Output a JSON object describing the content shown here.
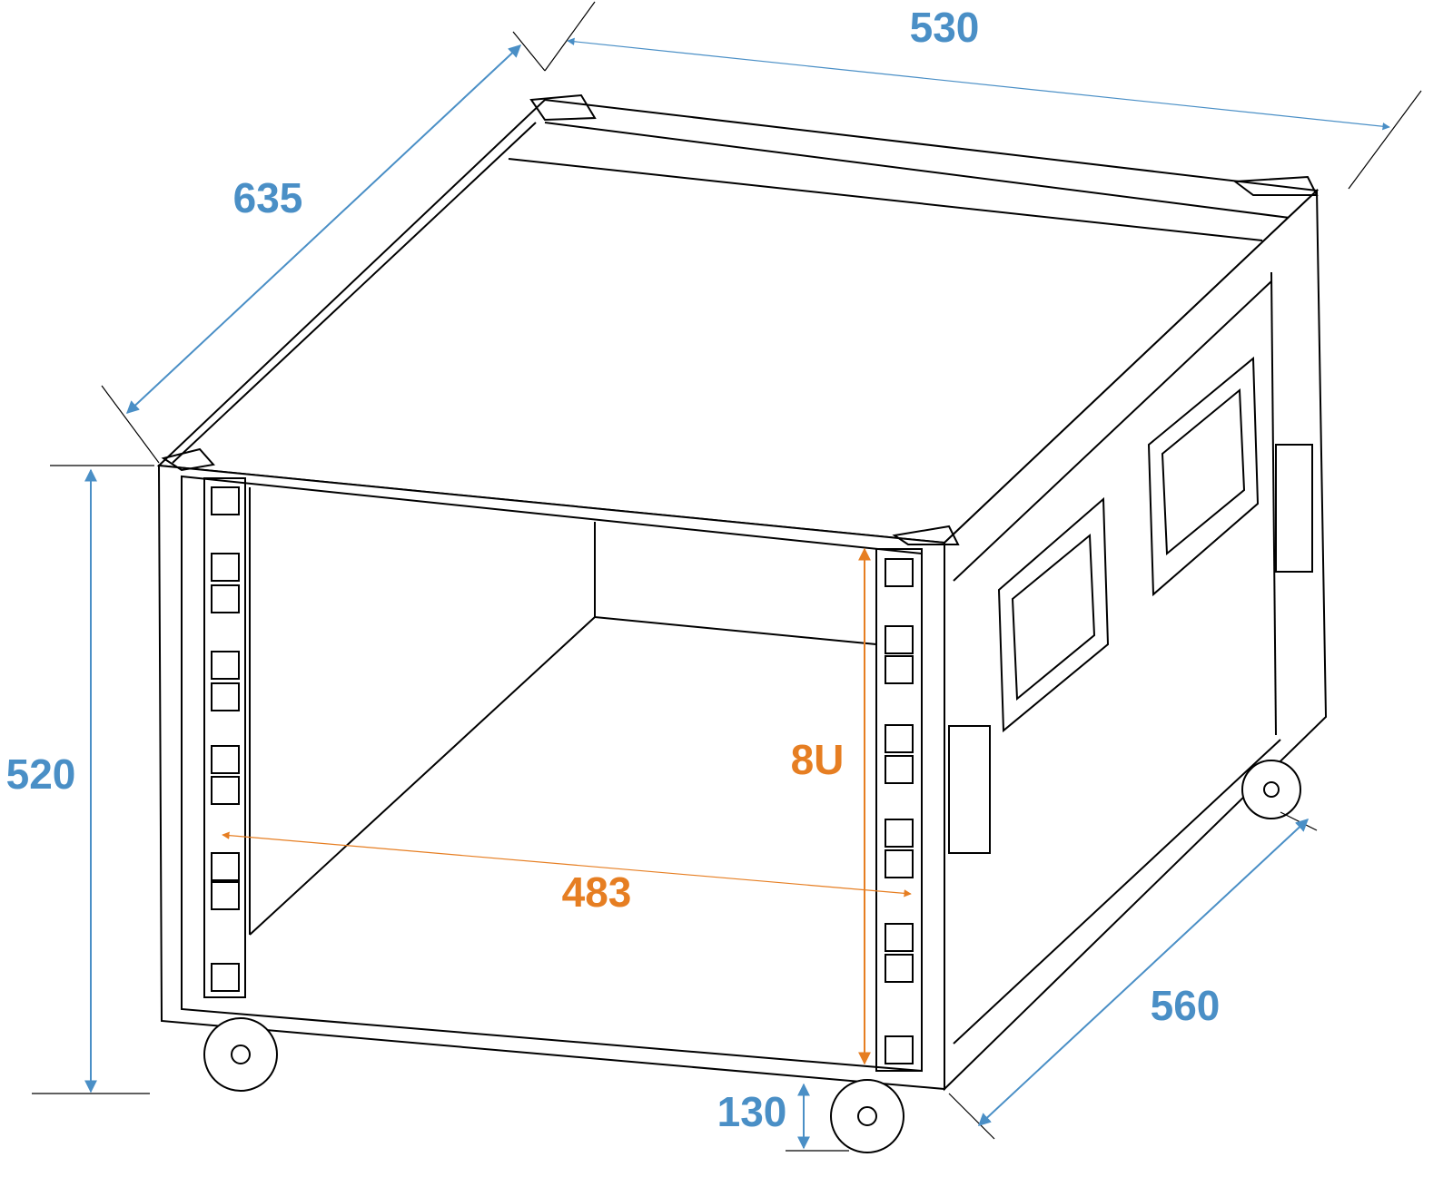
{
  "title": "Rack case dimension drawing",
  "colors": {
    "dimension_outer": "#4a8fc6",
    "dimension_inner": "#e67e22",
    "outline": "#000000"
  },
  "dimensions": {
    "width": "530",
    "depth_top": "635",
    "height": "520",
    "depth_bottom": "560",
    "wheel_height": "130",
    "rack_width": "483",
    "rack_units": "8U"
  }
}
